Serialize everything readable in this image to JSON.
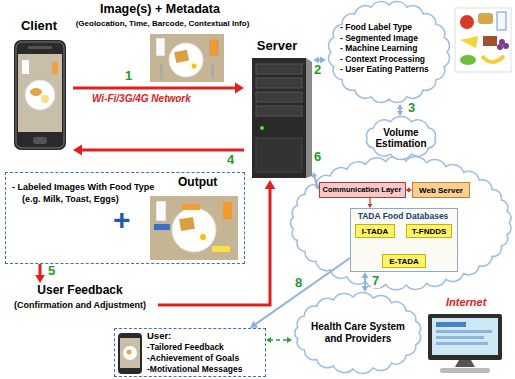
{
  "diagram": {
    "nodes": [
      {
        "text": [
          "Client"
        ]
      },
      {
        "text": [
          "Server"
        ]
      },
      {
        "text": [
          "- Food Label Type",
          "- Segmented Image",
          "- Machine Learning",
          "- Context Processing",
          "- User Eating Patterns"
        ]
      },
      {
        "text": [
          "Volume Estimation"
        ]
      },
      {
        "text": [
          "- Labeled Images With Food Type",
          "(e.g. Milk, Toast, Eggs)",
          "+",
          "Output"
        ]
      },
      {
        "text": [
          "User Feedback",
          "(Confirmation and Adjustment)"
        ]
      },
      {
        "text": [
          "Communication Layer"
        ]
      },
      {
        "text": [
          "Web Server"
        ]
      },
      {
        "text": [
          "TADA Food Databases"
        ]
      },
      {
        "text": [
          "I-TADA"
        ],
        "in": 8
      },
      {
        "text": [
          "T-FNDDS"
        ],
        "in": 8
      },
      {
        "text": [
          "E-TADA"
        ],
        "in": 8
      },
      {
        "text": [
          "Health Care System and Providers"
        ]
      },
      {
        "text": [
          "User:",
          "-Tailored Feedback",
          "-Achievement of Goals",
          "-Motivational Messages"
        ]
      }
    ],
    "edges": [
      {
        "from": 0,
        "to": 1,
        "arrow": "to",
        "label": "1"
      },
      {
        "from": 1,
        "to": 2,
        "arrow": "both",
        "label": "2"
      },
      {
        "from": 2,
        "to": 3,
        "arrow": "both",
        "label": "3"
      },
      {
        "from": 1,
        "to": 0,
        "arrow": "to",
        "label": "4"
      },
      {
        "from": 4,
        "to": 5,
        "arrow": "to",
        "label": "5"
      },
      {
        "from": 5,
        "to": 1,
        "arrow": "to"
      },
      {
        "from": 1,
        "to": 6,
        "arrow": "both",
        "label": "6"
      },
      {
        "from": 6,
        "to": 7,
        "arrow": "both"
      },
      {
        "from": 6,
        "to": 8,
        "arrow": "to"
      },
      {
        "from": 9,
        "to": 11,
        "arrow": "to"
      },
      {
        "from": 10,
        "to": 11,
        "arrow": "to"
      },
      {
        "from": 8,
        "to": 12,
        "arrow": "both",
        "label": "7"
      },
      {
        "from": 8,
        "to": 13,
        "arrow": "to",
        "label": "8"
      },
      {
        "from": 13,
        "to": 12,
        "arrow": "both"
      }
    ],
    "labels": [
      "Image(s) + Metadata",
      "(Geolocation, Time, Barcode, Contextual Info)",
      "Wi-Fi/3G/4G Network",
      "Internet"
    ]
  }
}
